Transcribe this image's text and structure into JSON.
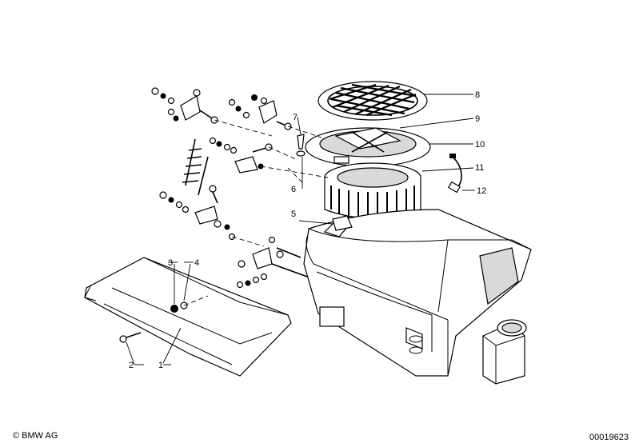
{
  "callouts": {
    "c1": "1",
    "c2": "2",
    "c3": "3",
    "c4": "4",
    "c5": "5",
    "c6": "6",
    "c7": "7",
    "c8": "8",
    "c9": "9",
    "c10": "10",
    "c11": "11",
    "c12": "12"
  },
  "footer": {
    "copyright": "© BMW AG",
    "doc_number": "00019623"
  }
}
